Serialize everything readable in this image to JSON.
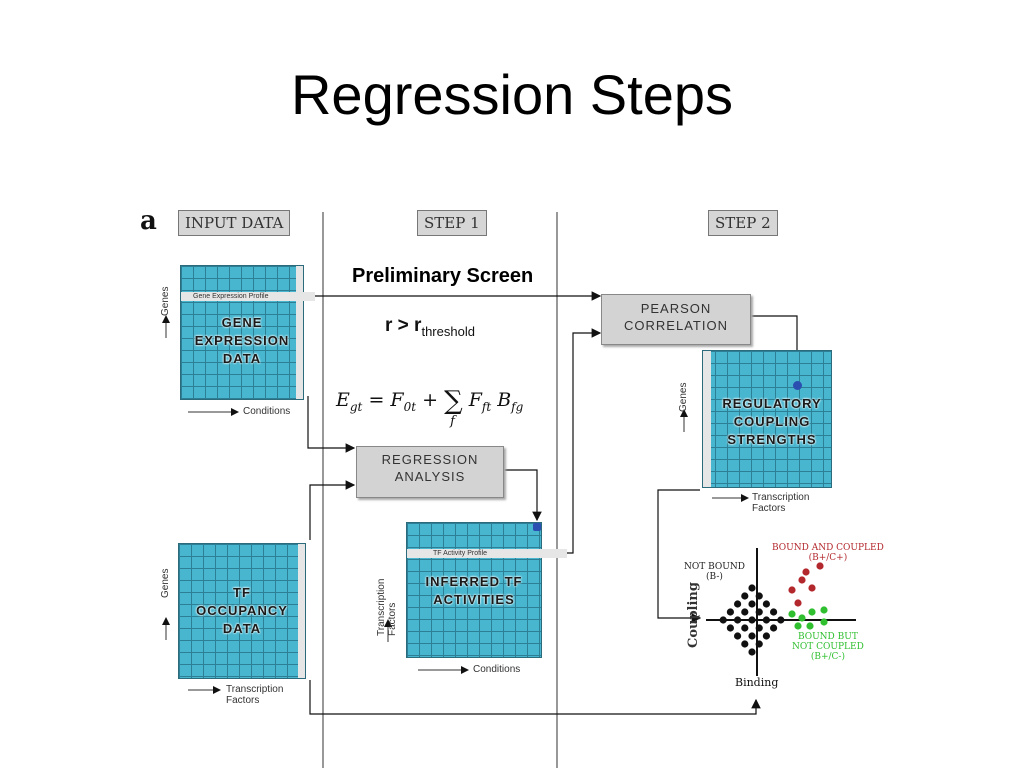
{
  "title": "Regression Steps",
  "panel_letter": "a",
  "stages": {
    "input": "INPUT DATA",
    "step1": "STEP 1",
    "step2": "STEP 2"
  },
  "preliminary_screen": "Preliminary Screen",
  "threshold": {
    "lhs": "r > r",
    "sub": "threshold"
  },
  "equation": {
    "lhs": "E",
    "lhs_sub": "gt",
    "eq": "=",
    "f0": "F",
    "f0_sub": "0t",
    "plus": "+",
    "sum": "∑",
    "sum_index": "f",
    "ff": "F",
    "ff_sub": "ft",
    "b": "B",
    "b_sub": "fg"
  },
  "gene_expression": {
    "strip": "Gene Expression Profile",
    "label_lines": [
      "GENE",
      "EXPRESSION",
      "DATA"
    ],
    "y_axis": "Genes",
    "x_axis": "Conditions"
  },
  "tf_occupancy": {
    "label_lines": [
      "TF",
      "OCCUPANCY",
      "DATA"
    ],
    "y_axis": "Genes",
    "x_axis_lines": [
      "Transcription",
      "Factors"
    ]
  },
  "regression_box": [
    "REGRESSION",
    "ANALYSIS"
  ],
  "inferred": {
    "strip": "TF Activity Profile",
    "label_lines": [
      "INFERRED TF",
      "ACTIVITIES"
    ],
    "y_axis_lines": [
      "Transcription",
      "Factors"
    ],
    "x_axis": "Conditions"
  },
  "pearson_box": [
    "PEARSON",
    "CORRELATION"
  ],
  "coupling": {
    "label_lines": [
      "REGULATORY",
      "COUPLING",
      "STRENGTHS"
    ],
    "y_axis": "Genes",
    "x_axis_lines": [
      "Transcription",
      "Factors"
    ]
  },
  "scatter": {
    "y_axis": "Coupling",
    "x_axis": "Binding",
    "not_bound_lines": [
      "NOT BOUND",
      "(B-)"
    ],
    "bound_coupled_lines": [
      "BOUND AND COUPLED",
      "(B+/C+)"
    ],
    "bound_not_coupled_lines": [
      "BOUND BUT",
      "NOT COUPLED",
      "(B+/C-)"
    ],
    "colors": {
      "not_bound": "#111111",
      "bound_coupled": "#b3282d",
      "bound_not_coupled": "#2fbf2f"
    }
  }
}
